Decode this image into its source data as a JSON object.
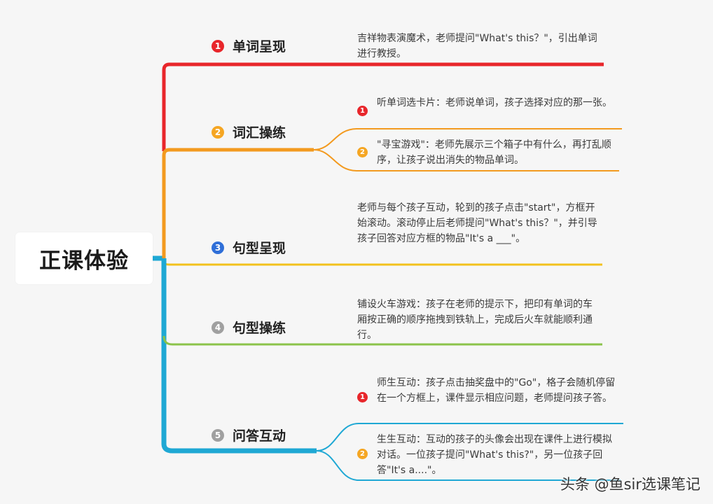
{
  "root": {
    "label": "正课体验"
  },
  "colors": {
    "b1": "#e8262b",
    "b2": "#f39a1f",
    "b3": "#f2c11d",
    "b4": "#8bc34a",
    "b5": "#1fa8d4",
    "num1": "#e8262b",
    "num2": "#f5a623",
    "num3": "#2f6fd8",
    "num4": "#a0a0a0",
    "num5": "#a0a0a0"
  },
  "branches": [
    {
      "num": "1",
      "label": "单词呈现",
      "text": "吉祥物表演魔术，老师提问\"What's this？\"，引出单词进行教授。"
    },
    {
      "num": "2",
      "label": "词汇操练",
      "subs": [
        {
          "num": "1",
          "text": "听单词选卡片：老师说单词，孩子选择对应的那一张。"
        },
        {
          "num": "2",
          "text": "\"寻宝游戏\"：老师先展示三个箱子中有什么，再打乱顺序，让孩子说出消失的物品单词。"
        }
      ]
    },
    {
      "num": "3",
      "label": "句型呈现",
      "text": "老师与每个孩子互动，轮到的孩子点击\"start\"，方框开始滚动。滚动停止后老师提问\"What's this？\"，并引导孩子回答对应方框的物品\"It's a ___\"。"
    },
    {
      "num": "4",
      "label": "句型操练",
      "text": "铺设火车游戏：孩子在老师的提示下，把印有单词的车厢按正确的顺序拖拽到铁轨上，完成后火车就能顺利通行。"
    },
    {
      "num": "5",
      "label": "问答互动",
      "subs": [
        {
          "num": "1",
          "text": "师生互动：孩子点击抽奖盘中的\"Go\"，格子会随机停留在一个方框上，课件显示相应问题，老师提问孩子答。"
        },
        {
          "num": "2",
          "text": "生生互动：互动的孩子的头像会出现在课件上进行模拟对话。一位孩子提问\"What's this?\"，另一位孩子回答\"It's a....\"。"
        }
      ]
    }
  ],
  "watermark": "头条 @鱼sir选课笔记"
}
